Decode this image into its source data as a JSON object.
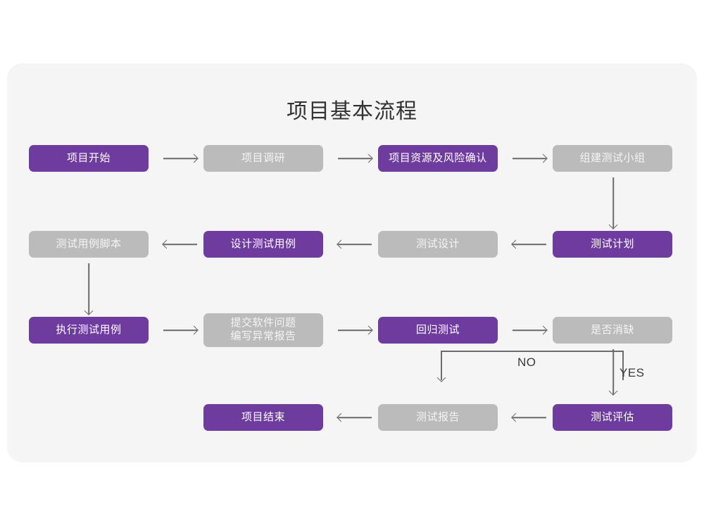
{
  "title": "项目基本流程",
  "colors": {
    "page_background": "#ffffff",
    "card_background": "#f5f5f5",
    "node_purple": "#6e3c9e",
    "node_gray": "#bbbbbb",
    "arrow": "#6b6b6b",
    "title_text": "#333333"
  },
  "nodes": {
    "n1": {
      "label": "项目开始",
      "style": "purple"
    },
    "n2": {
      "label": "项目调研",
      "style": "gray"
    },
    "n3": {
      "label": "项目资源及风险确认",
      "style": "purple"
    },
    "n4": {
      "label": "组建测试小组",
      "style": "gray"
    },
    "n5": {
      "label": "测试计划",
      "style": "purple"
    },
    "n6": {
      "label": "测试设计",
      "style": "gray"
    },
    "n7": {
      "label": "设计测试用例",
      "style": "purple"
    },
    "n8": {
      "label": "测试用例脚本",
      "style": "gray"
    },
    "n9": {
      "label": "执行测试用例",
      "style": "purple"
    },
    "n10": {
      "label": "提交软件问题\n编写异常报告",
      "style": "gray"
    },
    "n11": {
      "label": "回归测试",
      "style": "purple"
    },
    "n12": {
      "label": "是否消缺",
      "style": "gray"
    },
    "n13": {
      "label": "测试评估",
      "style": "purple"
    },
    "n14": {
      "label": "测试报告",
      "style": "gray"
    },
    "n15": {
      "label": "项目结束",
      "style": "purple"
    }
  },
  "edge_labels": {
    "no": "NO",
    "yes": "YES"
  }
}
